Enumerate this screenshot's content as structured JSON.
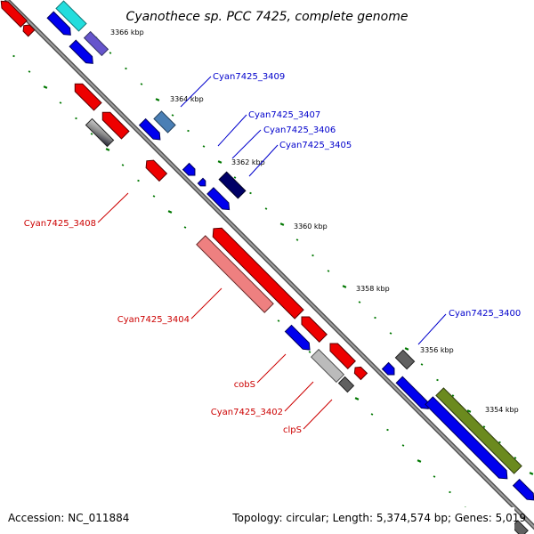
{
  "title": "Cyanothece sp. PCC 7425, complete genome",
  "footer": {
    "accession": "Accession: NC_011884",
    "summary": "Topology: circular; Length: 5,374,574 bp; Genes: 5,019"
  },
  "ticks": [
    "3366 kbp",
    "3364 kbp",
    "3362 kbp",
    "3360 kbp",
    "3358 kbp",
    "3356 kbp",
    "3354 kbp"
  ],
  "gene_labels": [
    {
      "name": "Cyan7425_3409",
      "color": "#0000cc"
    },
    {
      "name": "Cyan7425_3407",
      "color": "#0000cc"
    },
    {
      "name": "Cyan7425_3406",
      "color": "#0000cc"
    },
    {
      "name": "Cyan7425_3405",
      "color": "#0000cc"
    },
    {
      "name": "Cyan7425_3408",
      "color": "#cc0000"
    },
    {
      "name": "Cyan7425_3404",
      "color": "#cc0000"
    },
    {
      "name": "Cyan7425_3400",
      "color": "#0000cc"
    },
    {
      "name": "cobS",
      "color": "#cc0000"
    },
    {
      "name": "Cyan7425_3402",
      "color": "#cc0000"
    },
    {
      "name": "clpS",
      "color": "#cc0000"
    }
  ],
  "colors": {
    "blue": "#0000ee",
    "red": "#ee0000",
    "cyan": "#22dddd",
    "slate": "#6655cc",
    "steel": "#4a7fb5",
    "navy": "#000066",
    "salmon": "#ee8080",
    "olive": "#6b8a1e",
    "gray": "#606060",
    "lightgray": "#bbbbbb",
    "backbone": "#808080",
    "tick": "#007700"
  }
}
